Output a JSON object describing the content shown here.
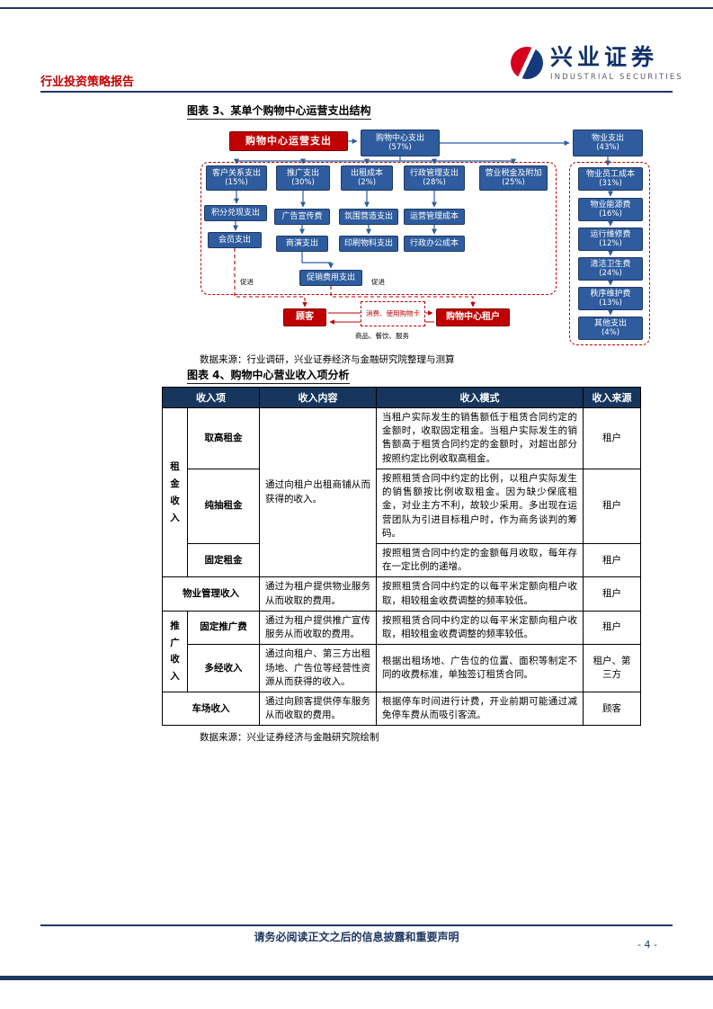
{
  "page": {
    "report_type": "行业投资策略报告",
    "footer_notice": "请务必阅读正文之后的信息披露和重要声明",
    "page_number": "- 4 -"
  },
  "brand": {
    "name": "兴业证券",
    "subtitle": "INDUSTRIAL SECURITIES"
  },
  "figure3": {
    "title": "图表 3、某单个购物中心运营支出结构",
    "source": "数据来源：行业调研，兴业证券经济与金融研究院整理与测算",
    "nodes": {
      "root": "购物中心运营支出",
      "mall": {
        "label": "购物中心支出",
        "pct": "(57%)"
      },
      "property": {
        "label": "物业支出",
        "pct": "(43%)"
      },
      "customer": {
        "label": "客户关系支出",
        "pct": "(15%)"
      },
      "promotion": {
        "label": "推广支出",
        "pct": "(30%)"
      },
      "rental": {
        "label": "出租成本",
        "pct": "(2%)"
      },
      "admin": {
        "label": "行政管理支出",
        "pct": "(28%)"
      },
      "tax": {
        "label": "营业税金及附加",
        "pct": "(25%)"
      },
      "points": "积分兑现支出",
      "member": "会员支出",
      "ad": "广告宣传费",
      "show": "商演支出",
      "sales_promo": "促销费用支出",
      "atmosphere": "氛围营造支出",
      "print": "印刷物料支出",
      "ops": "运营管理成本",
      "office": "行政办公成本",
      "prop_staff": {
        "label": "物业员工成本",
        "pct": "(31%)"
      },
      "prop_energy": {
        "label": "物业能源费",
        "pct": "(16%)"
      },
      "prop_maintain": {
        "label": "运行维修费",
        "pct": "(12%)"
      },
      "prop_clean": {
        "label": "清洁卫生费",
        "pct": "(24%)"
      },
      "prop_order": {
        "label": "秩序维护费",
        "pct": "(13%)"
      },
      "prop_other": {
        "label": "其他支出",
        "pct": "(4%)"
      },
      "guest": "顾客",
      "tenant": "购物中心租户",
      "consume": "消费、使用购物卡",
      "promote1": "促进",
      "promote2": "促进",
      "goods": "商品、餐饮、服务"
    }
  },
  "figure4": {
    "title": "图表 4、购物中心营业收入项分析",
    "source": "数据来源：兴业证券经济与金融研究院绘制",
    "table": {
      "headers": [
        "收入项",
        "收入内容",
        "收入模式",
        "收入来源"
      ],
      "groups": {
        "rent": "租金收入",
        "promo": "推广收入"
      },
      "rows": [
        {
          "item": "取高租金",
          "content": "通过向租户出租商铺从而获得的收入。",
          "mode": "当租户实际发生的销售额低于租赁合同约定的金额时，收取固定租金。当租户实际发生的销售额高于租赁合同约定的金额时，对超出部分按照约定比例收取高租金。",
          "source": "租户"
        },
        {
          "item": "纯抽租金",
          "mode": "按照租赁合同中约定的比例，以租户实际发生的销售额按比例收取租金。因为缺少保底租金，对业主方不利，故较少采用。多出现在运营团队为引进目标租户时，作为商务谈判的筹码。",
          "source": "租户"
        },
        {
          "item": "固定租金",
          "mode": "按照租赁合同中约定的金额每月收取，每年存在一定比例的递增。",
          "source": "租户"
        },
        {
          "item": "物业管理收入",
          "content": "通过为租户提供物业服务从而收取的费用。",
          "mode": "按照租赁合同中约定的以每平米定额向租户收取，相较租金收费调整的频率较低。",
          "source": "租户"
        },
        {
          "item": "固定推广费",
          "content": "通过为租户提供推广宣传服务从而收取的费用。",
          "mode": "按照租赁合同中约定的以每平米定额向租户收取，相较租金收费调整的频率较低。",
          "source": "租户"
        },
        {
          "item": "多经收入",
          "content": "通过向租户、第三方出租场地、广告位等经营性资源从而获得的收入。",
          "mode": "根据出租场地、广告位的位置、面积等制定不同的收费标准，单独签订租赁合同。",
          "source": "租户、第三方"
        },
        {
          "item": "车场收入",
          "content": "通过向顾客提供停车服务从而收取的费用。",
          "mode": "根据停车时间进行计费，开业前期可能通过减免停车费从而吸引客流。",
          "source": "顾客"
        }
      ]
    }
  }
}
